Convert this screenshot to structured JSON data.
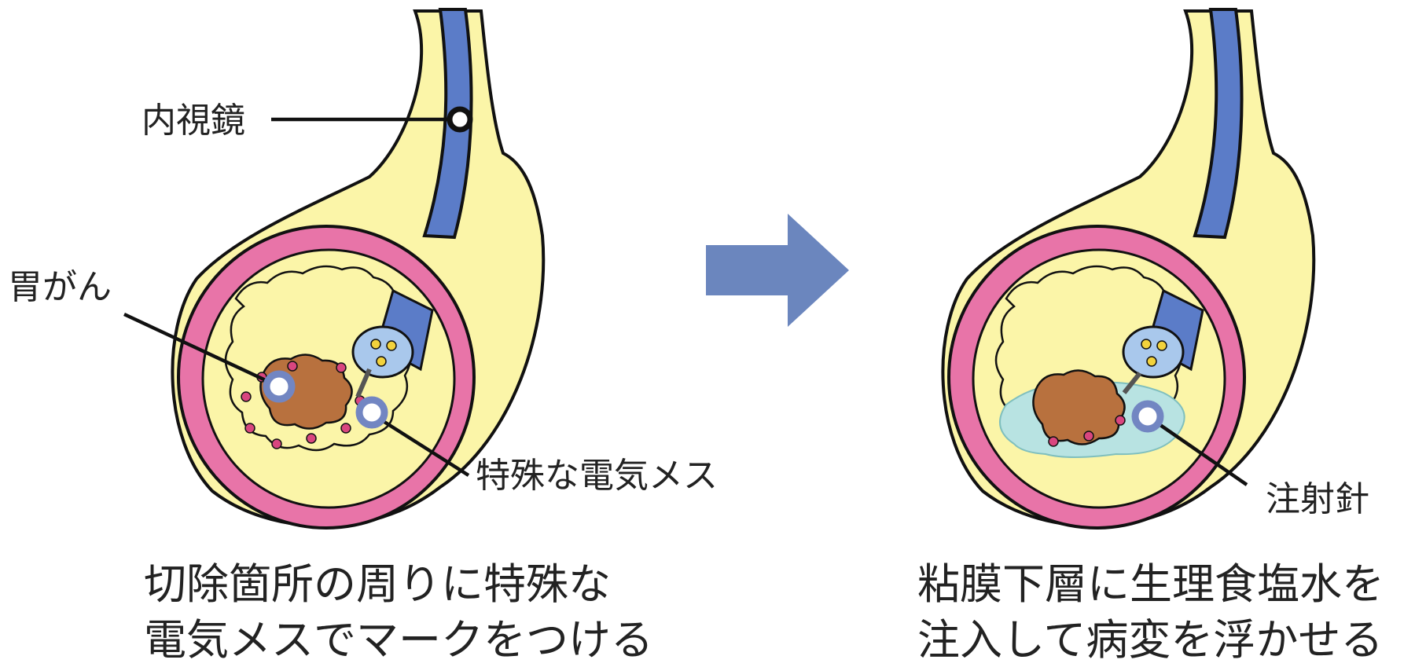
{
  "left_panel": {
    "labels": {
      "endoscope": "内視鏡",
      "stomach_cancer": "胃がん",
      "electric_knife": "特殊な電気メス"
    },
    "caption_line1": "切除箇所の周りに特殊な",
    "caption_line2": "電気メスでマークをつける"
  },
  "right_panel": {
    "labels": {
      "injection_needle": "注射針"
    },
    "caption_line1": "粘膜下層に生理食塩水を",
    "caption_line2": "注入して病変を浮かせる"
  },
  "colors": {
    "stomach_fill": "#fbf5a8",
    "mucosa_ring": "#e874a8",
    "scope_blue": "#5b7cc8",
    "scope_tip": "#a9c8ec",
    "lesion": "#b8713e",
    "saline": "#b8e3e2",
    "arrow": "#6b86be",
    "marker": "#7286c2",
    "dots": "#d9467f"
  }
}
